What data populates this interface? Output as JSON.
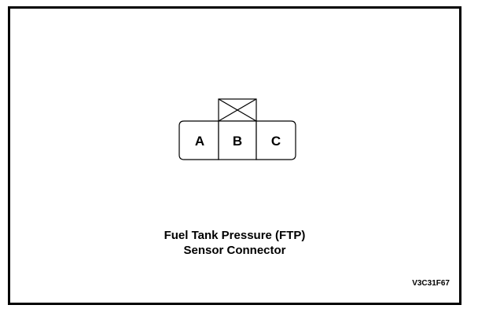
{
  "connector": {
    "pins": [
      "A",
      "B",
      "C"
    ],
    "key_position_pin": "B"
  },
  "caption": {
    "line1": "Fuel Tank Pressure (FTP)",
    "line2": "Sensor Connector"
  },
  "figure_id": "V3C31F67"
}
